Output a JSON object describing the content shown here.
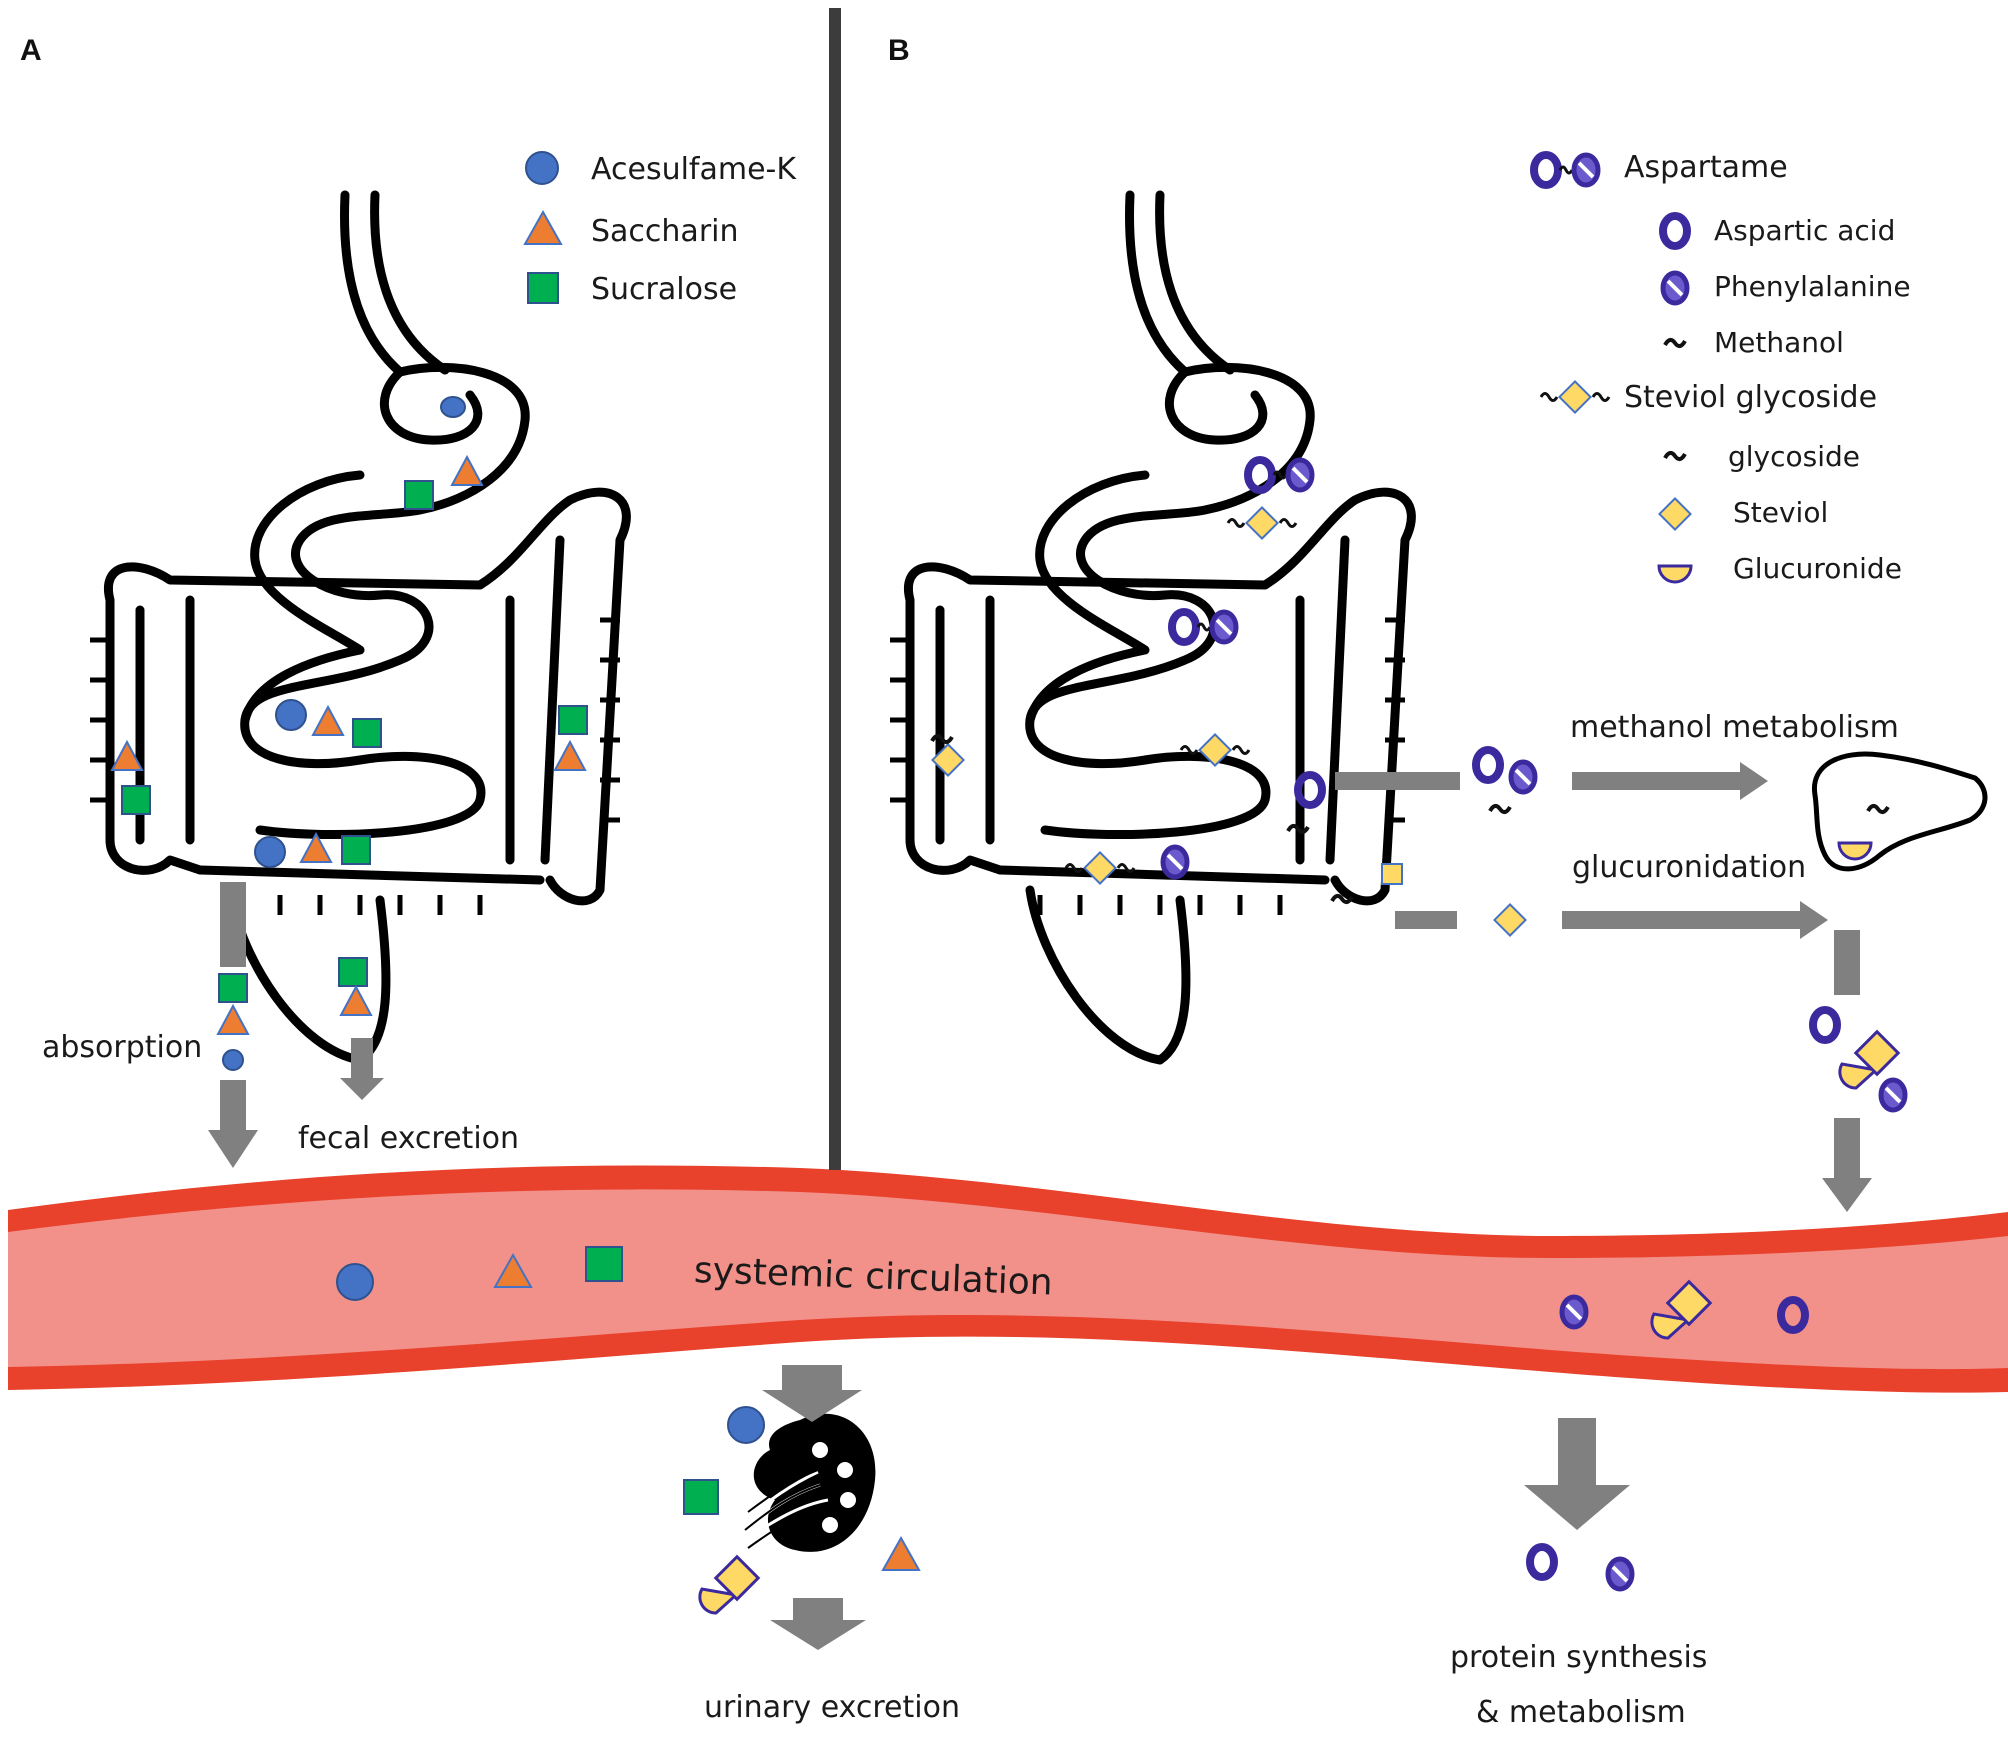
{
  "panels": {
    "a": "A",
    "b": "B"
  },
  "legend_a": {
    "acesulfame": "Acesulfame-K",
    "saccharin": "Saccharin",
    "sucralose": "Sucralose"
  },
  "legend_b": {
    "aspartame": "Aspartame",
    "aspartic_acid": "Aspartic acid",
    "phenylalanine": "Phenylalanine",
    "methanol": "Methanol",
    "steviol_glycoside": "Steviol glycoside",
    "glycoside": "glycoside",
    "steviol": "Steviol",
    "glucuronide": "Glucuronide"
  },
  "labels": {
    "absorption": "absorption",
    "fecal_excretion": "fecal excretion",
    "systemic_circulation": "systemic circulation",
    "urinary_excretion": "urinary excretion",
    "methanol_metabolism": "methanol metabolism",
    "glucuronidation": "glucuronidation",
    "protein_synthesis_1": "protein synthesis",
    "protein_synthesis_2": "& metabolism"
  },
  "colors": {
    "acesulfame": "#4472C4",
    "saccharin": "#ED7D31",
    "sucralose": "#00B050",
    "aspartate_ring": "#3B2A9E",
    "steviol": "#FFD966",
    "vessel_wall": "#E8412C",
    "vessel_lumen": "#F2918A",
    "arrow": "#808080",
    "divider": "#3C3C3C"
  }
}
